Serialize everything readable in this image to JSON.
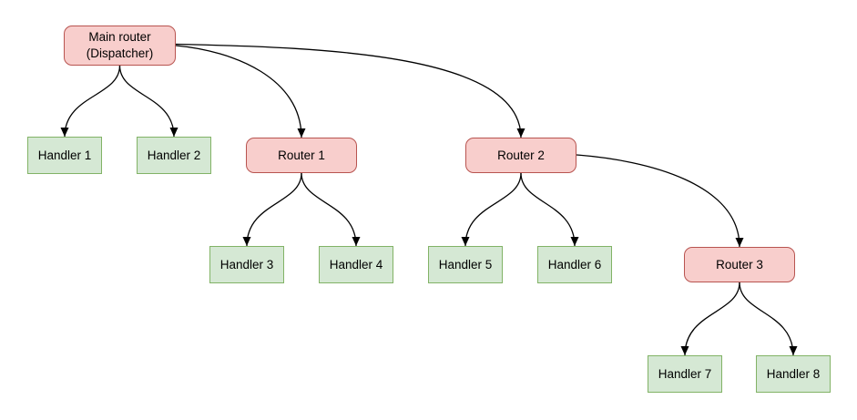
{
  "diagram": {
    "type": "flowchart-tree",
    "background": "#ffffff",
    "colors": {
      "router_fill": "#f8cecc",
      "router_border": "#b85450",
      "handler_fill": "#d5e8d4",
      "handler_border": "#82b366",
      "edge": "#000000",
      "text": "#000000"
    },
    "nodes": {
      "main_router": {
        "kind": "router",
        "label": "Main router (Dispatcher)",
        "line1": "Main router",
        "line2": "(Dispatcher)"
      },
      "handler_1": {
        "kind": "handler",
        "label": "Handler 1"
      },
      "handler_2": {
        "kind": "handler",
        "label": "Handler 2"
      },
      "router_1": {
        "kind": "router",
        "label": "Router 1"
      },
      "router_2": {
        "kind": "router",
        "label": "Router 2"
      },
      "handler_3": {
        "kind": "handler",
        "label": "Handler 3"
      },
      "handler_4": {
        "kind": "handler",
        "label": "Handler 4"
      },
      "handler_5": {
        "kind": "handler",
        "label": "Handler 5"
      },
      "handler_6": {
        "kind": "handler",
        "label": "Handler 6"
      },
      "router_3": {
        "kind": "router",
        "label": "Router 3"
      },
      "handler_7": {
        "kind": "handler",
        "label": "Handler 7"
      },
      "handler_8": {
        "kind": "handler",
        "label": "Handler 8"
      }
    },
    "edges": [
      {
        "from": "main_router",
        "to": "handler_1"
      },
      {
        "from": "main_router",
        "to": "handler_2"
      },
      {
        "from": "main_router",
        "to": "router_1"
      },
      {
        "from": "main_router",
        "to": "router_2"
      },
      {
        "from": "router_1",
        "to": "handler_3"
      },
      {
        "from": "router_1",
        "to": "handler_4"
      },
      {
        "from": "router_2",
        "to": "handler_5"
      },
      {
        "from": "router_2",
        "to": "handler_6"
      },
      {
        "from": "router_2",
        "to": "router_3"
      },
      {
        "from": "router_3",
        "to": "handler_7"
      },
      {
        "from": "router_3",
        "to": "handler_8"
      }
    ]
  }
}
